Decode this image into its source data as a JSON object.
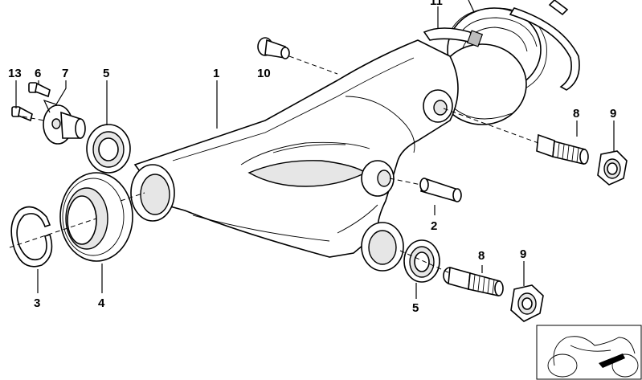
{
  "callouts": {
    "c1": "1",
    "c2": "2",
    "c3": "3",
    "c4": "4",
    "c5a": "5",
    "c5b": "5",
    "c6": "6",
    "c7": "7",
    "c8a": "8",
    "c8b": "8",
    "c9a": "9",
    "c9b": "9",
    "c10": "10",
    "c11": "11",
    "c13": "13"
  }
}
